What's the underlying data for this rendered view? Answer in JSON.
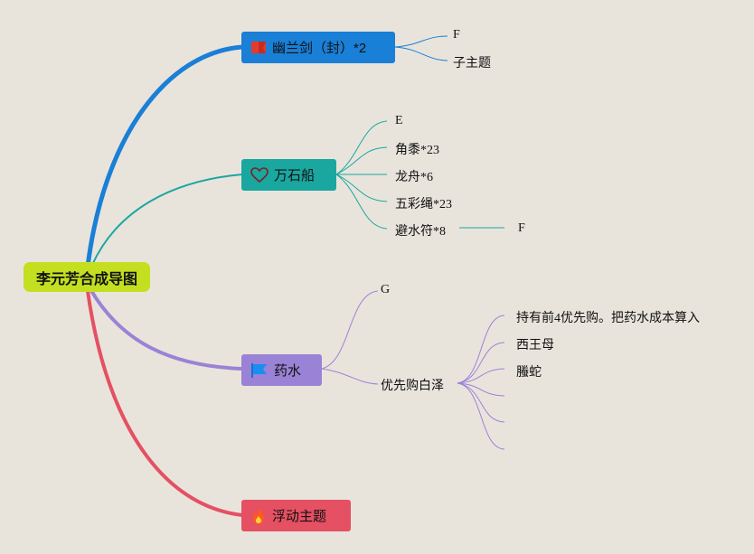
{
  "root": {
    "label": "李元芳合成导图",
    "color": "#c3df20"
  },
  "branches": [
    {
      "label": "幽兰剑（封）*2",
      "icon": "red-flag-icon",
      "color": "#1a7fd6",
      "children": [
        {
          "label": "F"
        },
        {
          "label": "子主题"
        }
      ]
    },
    {
      "label": "万石船",
      "icon": "heart-icon",
      "color": "#1aa7a0",
      "children": [
        {
          "label": "E"
        },
        {
          "label": "角黍*23"
        },
        {
          "label": "龙舟*6"
        },
        {
          "label": "五彩绳*23"
        },
        {
          "label": "避水符*8",
          "children": [
            {
              "label": "F"
            }
          ]
        }
      ]
    },
    {
      "label": "药水",
      "icon": "blue-flag-icon",
      "color": "#9a82d6",
      "children": [
        {
          "label": "G"
        },
        {
          "label": "优先购白泽",
          "children": [
            {
              "label": "持有前4优先购。把药水成本算入"
            },
            {
              "label": "西王母"
            },
            {
              "label": "螣蛇"
            },
            {
              "label": ""
            },
            {
              "label": ""
            },
            {
              "label": ""
            }
          ]
        }
      ]
    },
    {
      "label": "浮动主题",
      "icon": "fire-icon",
      "color": "#e55062",
      "children": []
    }
  ]
}
